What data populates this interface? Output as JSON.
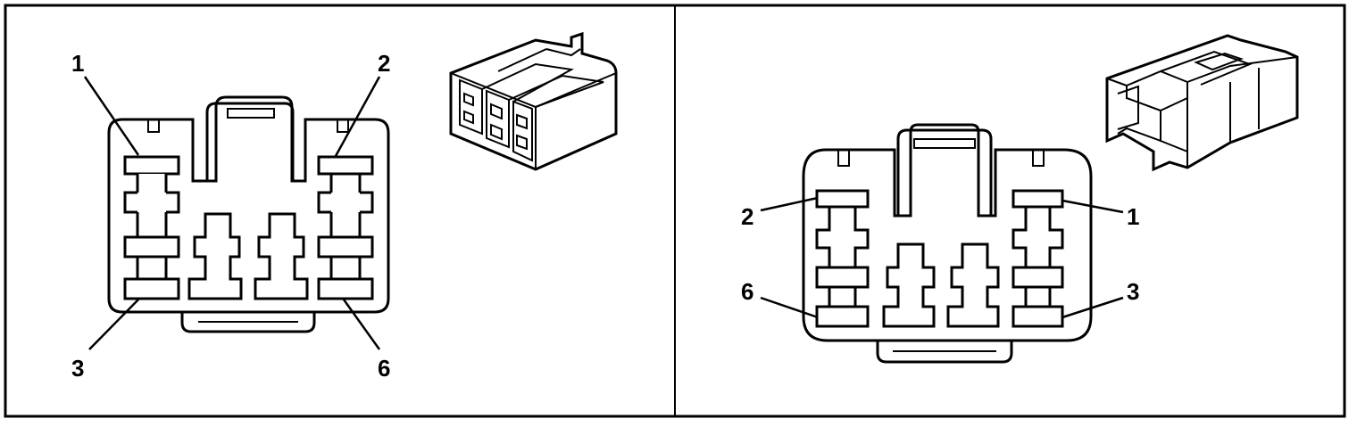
{
  "left_view": {
    "pin_labels": {
      "p1": "1",
      "p2": "2",
      "p3": "3",
      "p6": "6"
    }
  },
  "right_view": {
    "pin_labels": {
      "p1": "1",
      "p2": "2",
      "p3": "3",
      "p6": "6"
    }
  },
  "colors": {
    "line": "#000000",
    "background": "#ffffff"
  },
  "icons": {
    "left_connector": "connector-body-iso-icon",
    "right_connector": "connector-body-iso-icon"
  }
}
